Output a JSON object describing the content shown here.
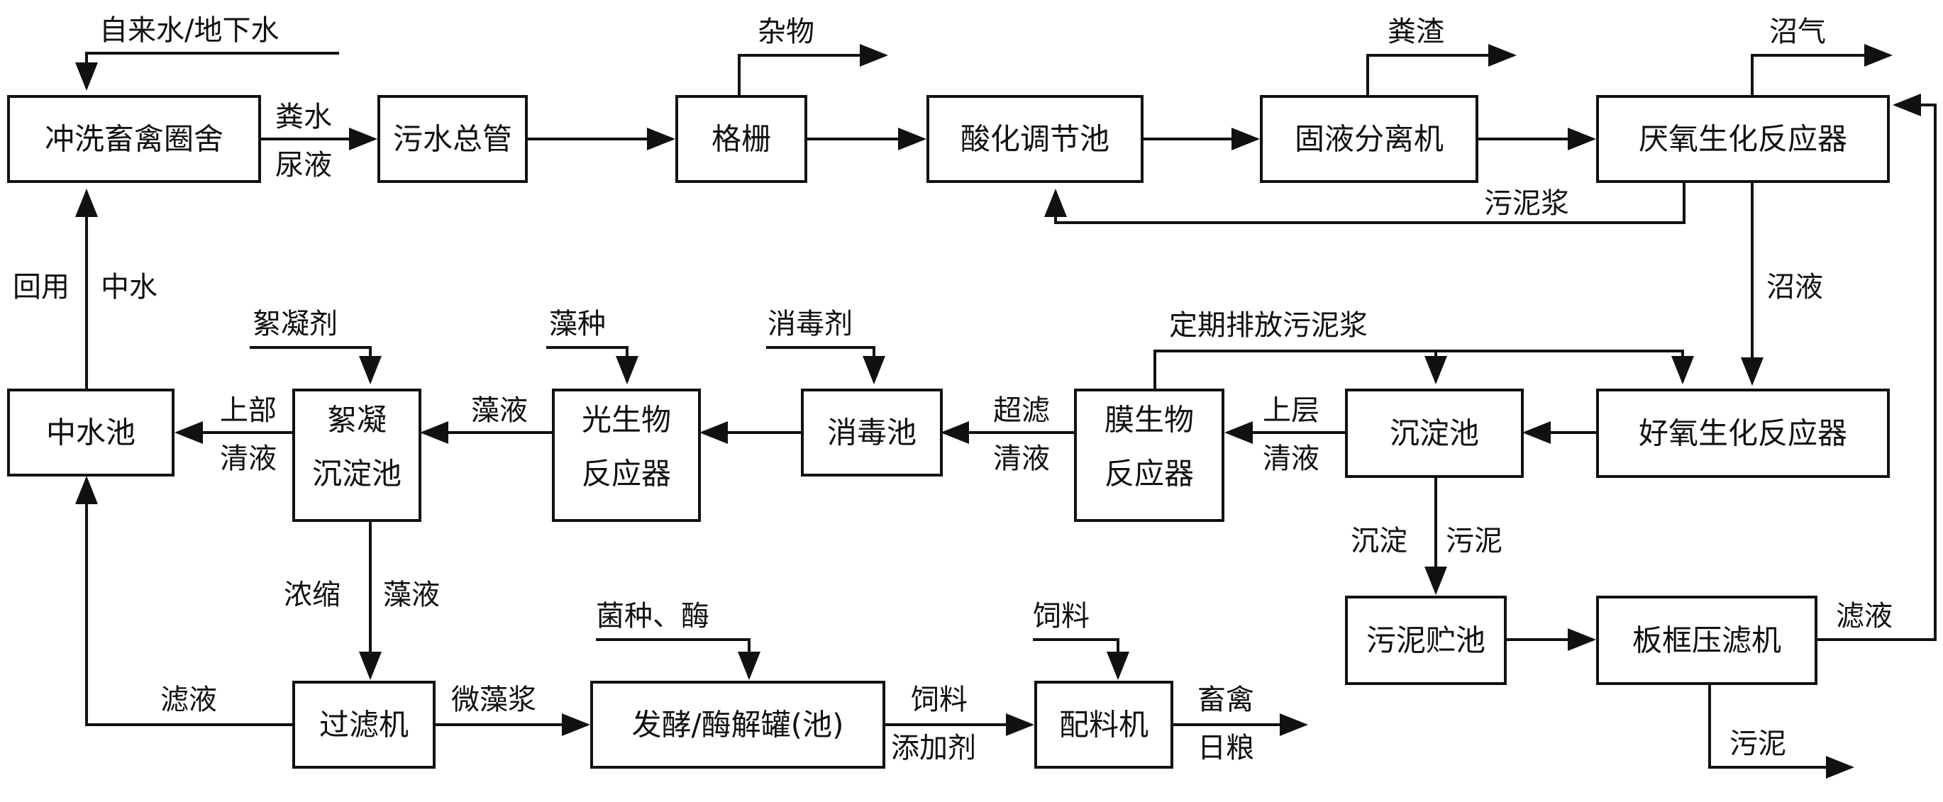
{
  "boxes": {
    "b1": "冲洗畜禽圈舍",
    "b2": "污水总管",
    "b3": "格栅",
    "b4": "酸化调节池",
    "b5": "固液分离机",
    "b6": "厌氧生化反应器",
    "b7": "中水池",
    "b8_l1": "絮凝",
    "b8_l2": "沉淀池",
    "b9_l1": "光生物",
    "b9_l2": "反应器",
    "b10": "消毒池",
    "b11_l1": "膜生物",
    "b11_l2": "反应器",
    "b12": "沉淀池",
    "b13": "好氧生化反应器",
    "b14": "污泥贮池",
    "b15": "板框压滤机",
    "b16": "过滤机",
    "b17": "发酵/酶解罐(池)",
    "b18": "配料机"
  },
  "labels": {
    "tap_water": "自来水/地下水",
    "manure_water": "粪水",
    "urine": "尿液",
    "debris": "杂物",
    "manure_residue": "粪渣",
    "biogas": "沼气",
    "sludge_slurry": "污泥浆",
    "biogas_liquid": "沼液",
    "periodic_discharge": "定期排放污泥浆",
    "reuse": "回用",
    "reclaimed_water": "中水",
    "flocculant": "絮凝剂",
    "algae_seed": "藻种",
    "disinfectant": "消毒剂",
    "upper": "上部",
    "clear_liquid_1": "清液",
    "algae_liquid": "藻液",
    "ultrafiltration": "超滤",
    "clear_liquid_2": "清液",
    "upper_layer": "上层",
    "clear_liquid_3": "清液",
    "sediment": "沉淀",
    "sludge_1": "污泥",
    "concentrate": "浓缩",
    "algae_liquid_2": "藻液",
    "filtrate_1": "滤液",
    "microalgae_slurry": "微藻浆",
    "bacteria_enzyme": "菌种、酶",
    "feed_1": "饲料",
    "additive": "添加剂",
    "feed_2": "饲料",
    "livestock": "畜禽",
    "daily_ration": "日粮",
    "filtrate_2": "滤液",
    "sludge_2": "污泥"
  },
  "colors": {
    "stroke": "#111111",
    "background": "#ffffff"
  }
}
